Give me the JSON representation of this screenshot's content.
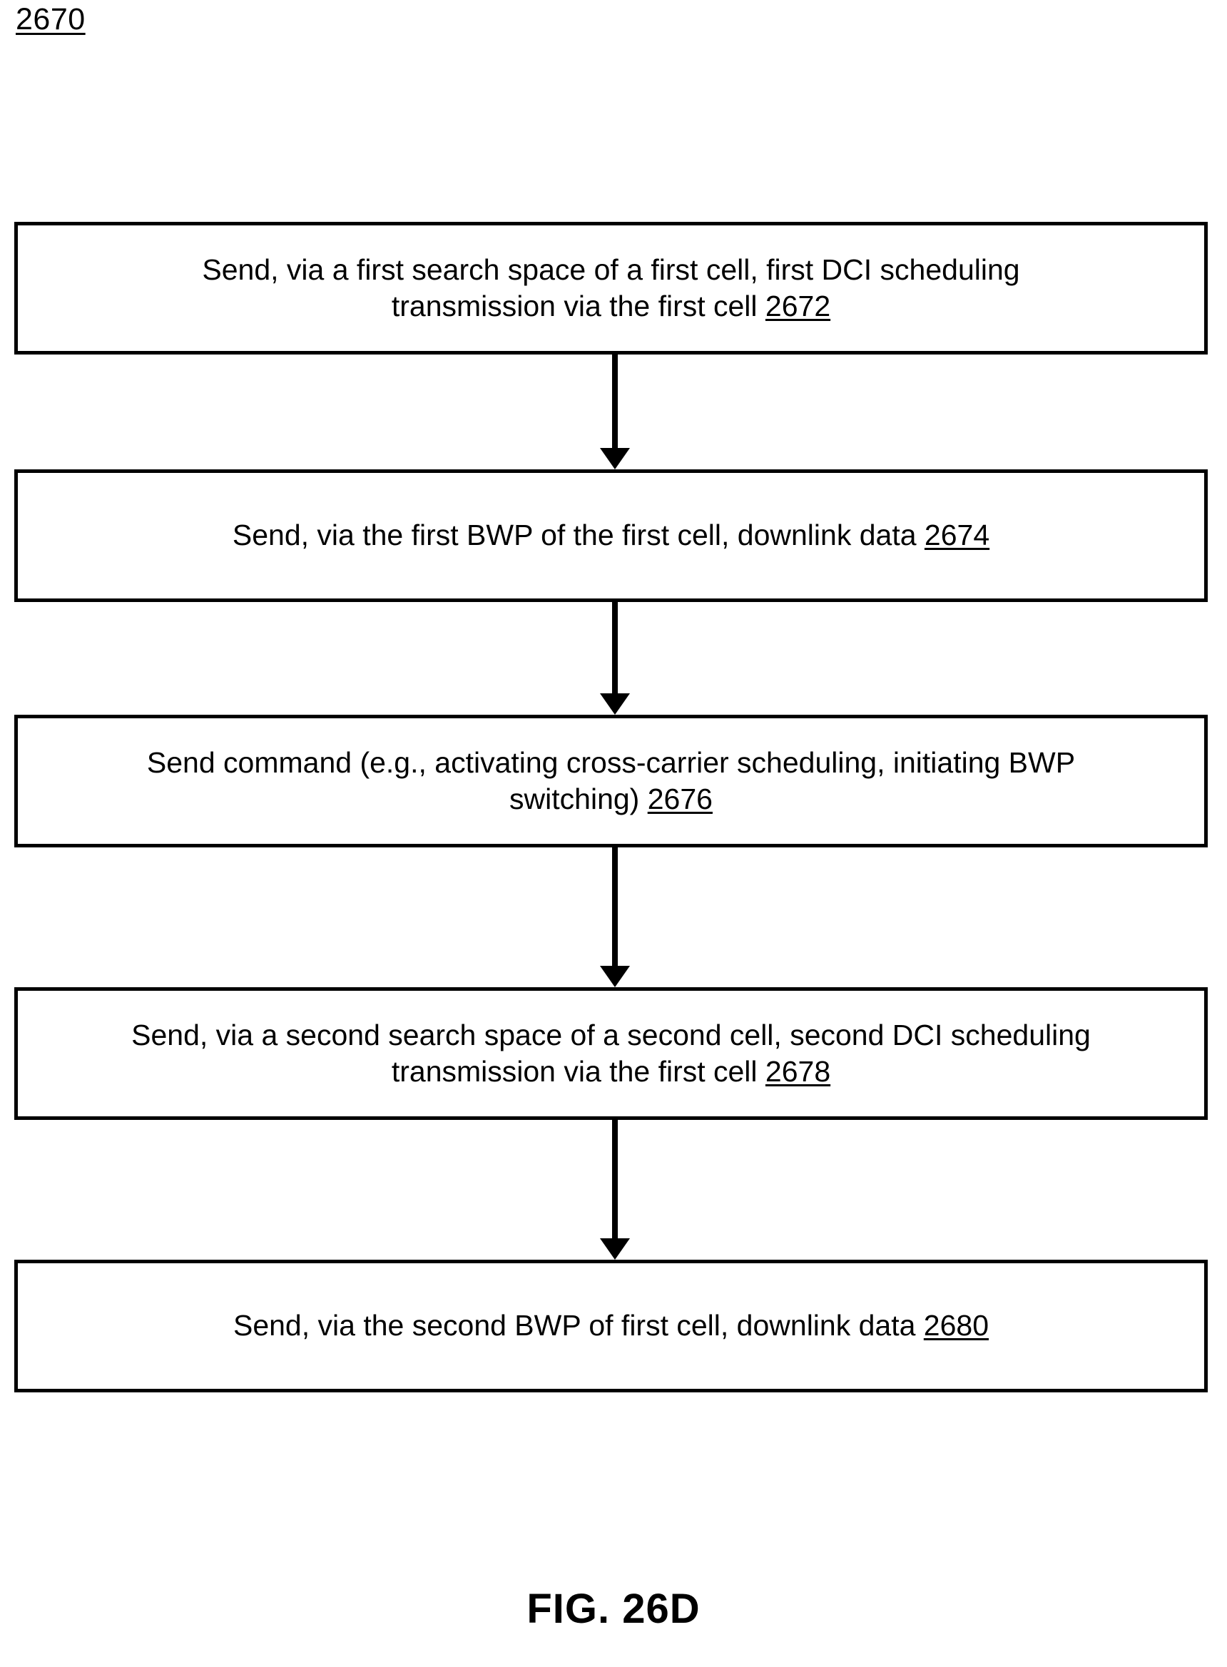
{
  "figure": {
    "reference_numeral": "2670",
    "caption": "FIG. 26D"
  },
  "flowchart": {
    "type": "vertical-flowchart",
    "orientation": "top-to-bottom",
    "steps": [
      {
        "id": "step-1",
        "text": "Send, via a first search space of a first cell, first DCI scheduling\ntransmission via the first cell ",
        "ref": "2672"
      },
      {
        "id": "step-2",
        "text": "Send, via the first BWP of the first cell, downlink data ",
        "ref": "2674"
      },
      {
        "id": "step-3",
        "text": "Send command (e.g., activating cross-carrier scheduling, initiating BWP\nswitching) ",
        "ref": "2676"
      },
      {
        "id": "step-4",
        "text": "Send, via a second search space of a second cell, second DCI scheduling\ntransmission via the first cell ",
        "ref": "2678"
      },
      {
        "id": "step-5",
        "text": "Send, via the second BWP of first cell, downlink data ",
        "ref": "2680"
      }
    ],
    "connectors": [
      {
        "id": "connector-1",
        "from": "step-1",
        "to": "step-2",
        "arrow": "down"
      },
      {
        "id": "connector-2",
        "from": "step-2",
        "to": "step-3",
        "arrow": "down"
      },
      {
        "id": "connector-3",
        "from": "step-3",
        "to": "step-4",
        "arrow": "down"
      },
      {
        "id": "connector-4",
        "from": "step-4",
        "to": "step-5",
        "arrow": "down"
      }
    ]
  },
  "colors": {
    "background": "#ffffff",
    "stroke": "#000000",
    "text": "#000000"
  }
}
